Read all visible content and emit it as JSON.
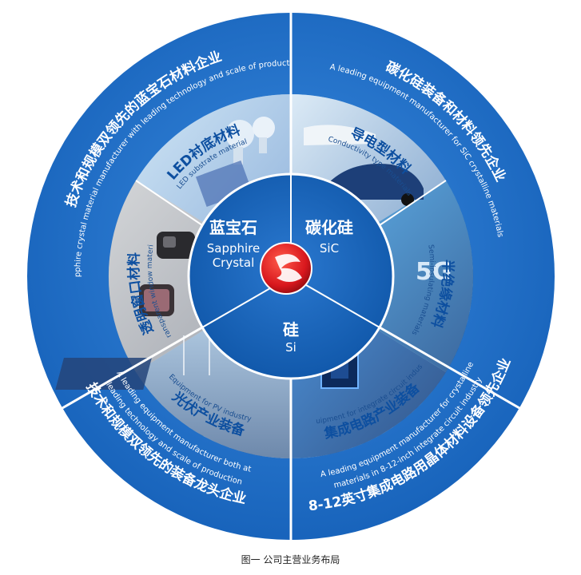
{
  "center": {
    "sapphire_cn": "蓝宝石",
    "sapphire_en_1": "Sapphire",
    "sapphire_en_2": "Crystal",
    "sic_cn": "碳化硅",
    "sic_en": "SiC",
    "si_cn": "硅",
    "si_en": "Si"
  },
  "middle_ring": {
    "led_cn": "LED衬底材料",
    "led_en": "LED substrate material",
    "window_cn": "透明窗口材料",
    "window_en": "Transparent window material",
    "conductive_cn": "导电型材料",
    "conductive_en": "Conductivity type materials",
    "semi_cn": "半绝缘材料",
    "semi_en": "Semi-insulating materials",
    "pv_en": "Equipment for PV industry",
    "pv_cn": "光伏产业装备",
    "ic_en": "Equipment for integrate circuit industry",
    "ic_cn": "集成电路产业装备"
  },
  "outer_ring": {
    "sapphire_en": "Sapphire crystal material manufacturer with leading technology and scale of production",
    "sapphire_cn": "技术和规模双领先的蓝宝石材料企业",
    "sic_en": "A leading equipment manufacturer for SiC crystalline materials",
    "sic_cn": "碳化硅装备和材料领先企业",
    "pv_en_1": "A leading equipment manufacturer both at",
    "pv_en_2": "leading technology and scale of production",
    "pv_cn": "技术和规模双领先的装备龙头企业",
    "ic_en_1": "A leading equipment manufacturer for crystalline",
    "ic_en_2": "materials in 8-12-inch integrate circuit industry",
    "ic_cn": "8-12英寸集成电路用晶体材料设备领先企业"
  },
  "logo_icon": "red-sphere-logo-icon",
  "caption": "图一 公司主营业务布局",
  "colors": {
    "outer_ring": "#1f6fc8",
    "inner_ring": "#d8ecf8",
    "center": "#1565b8",
    "divider": "#ffffff",
    "logo": "#d8171d"
  }
}
